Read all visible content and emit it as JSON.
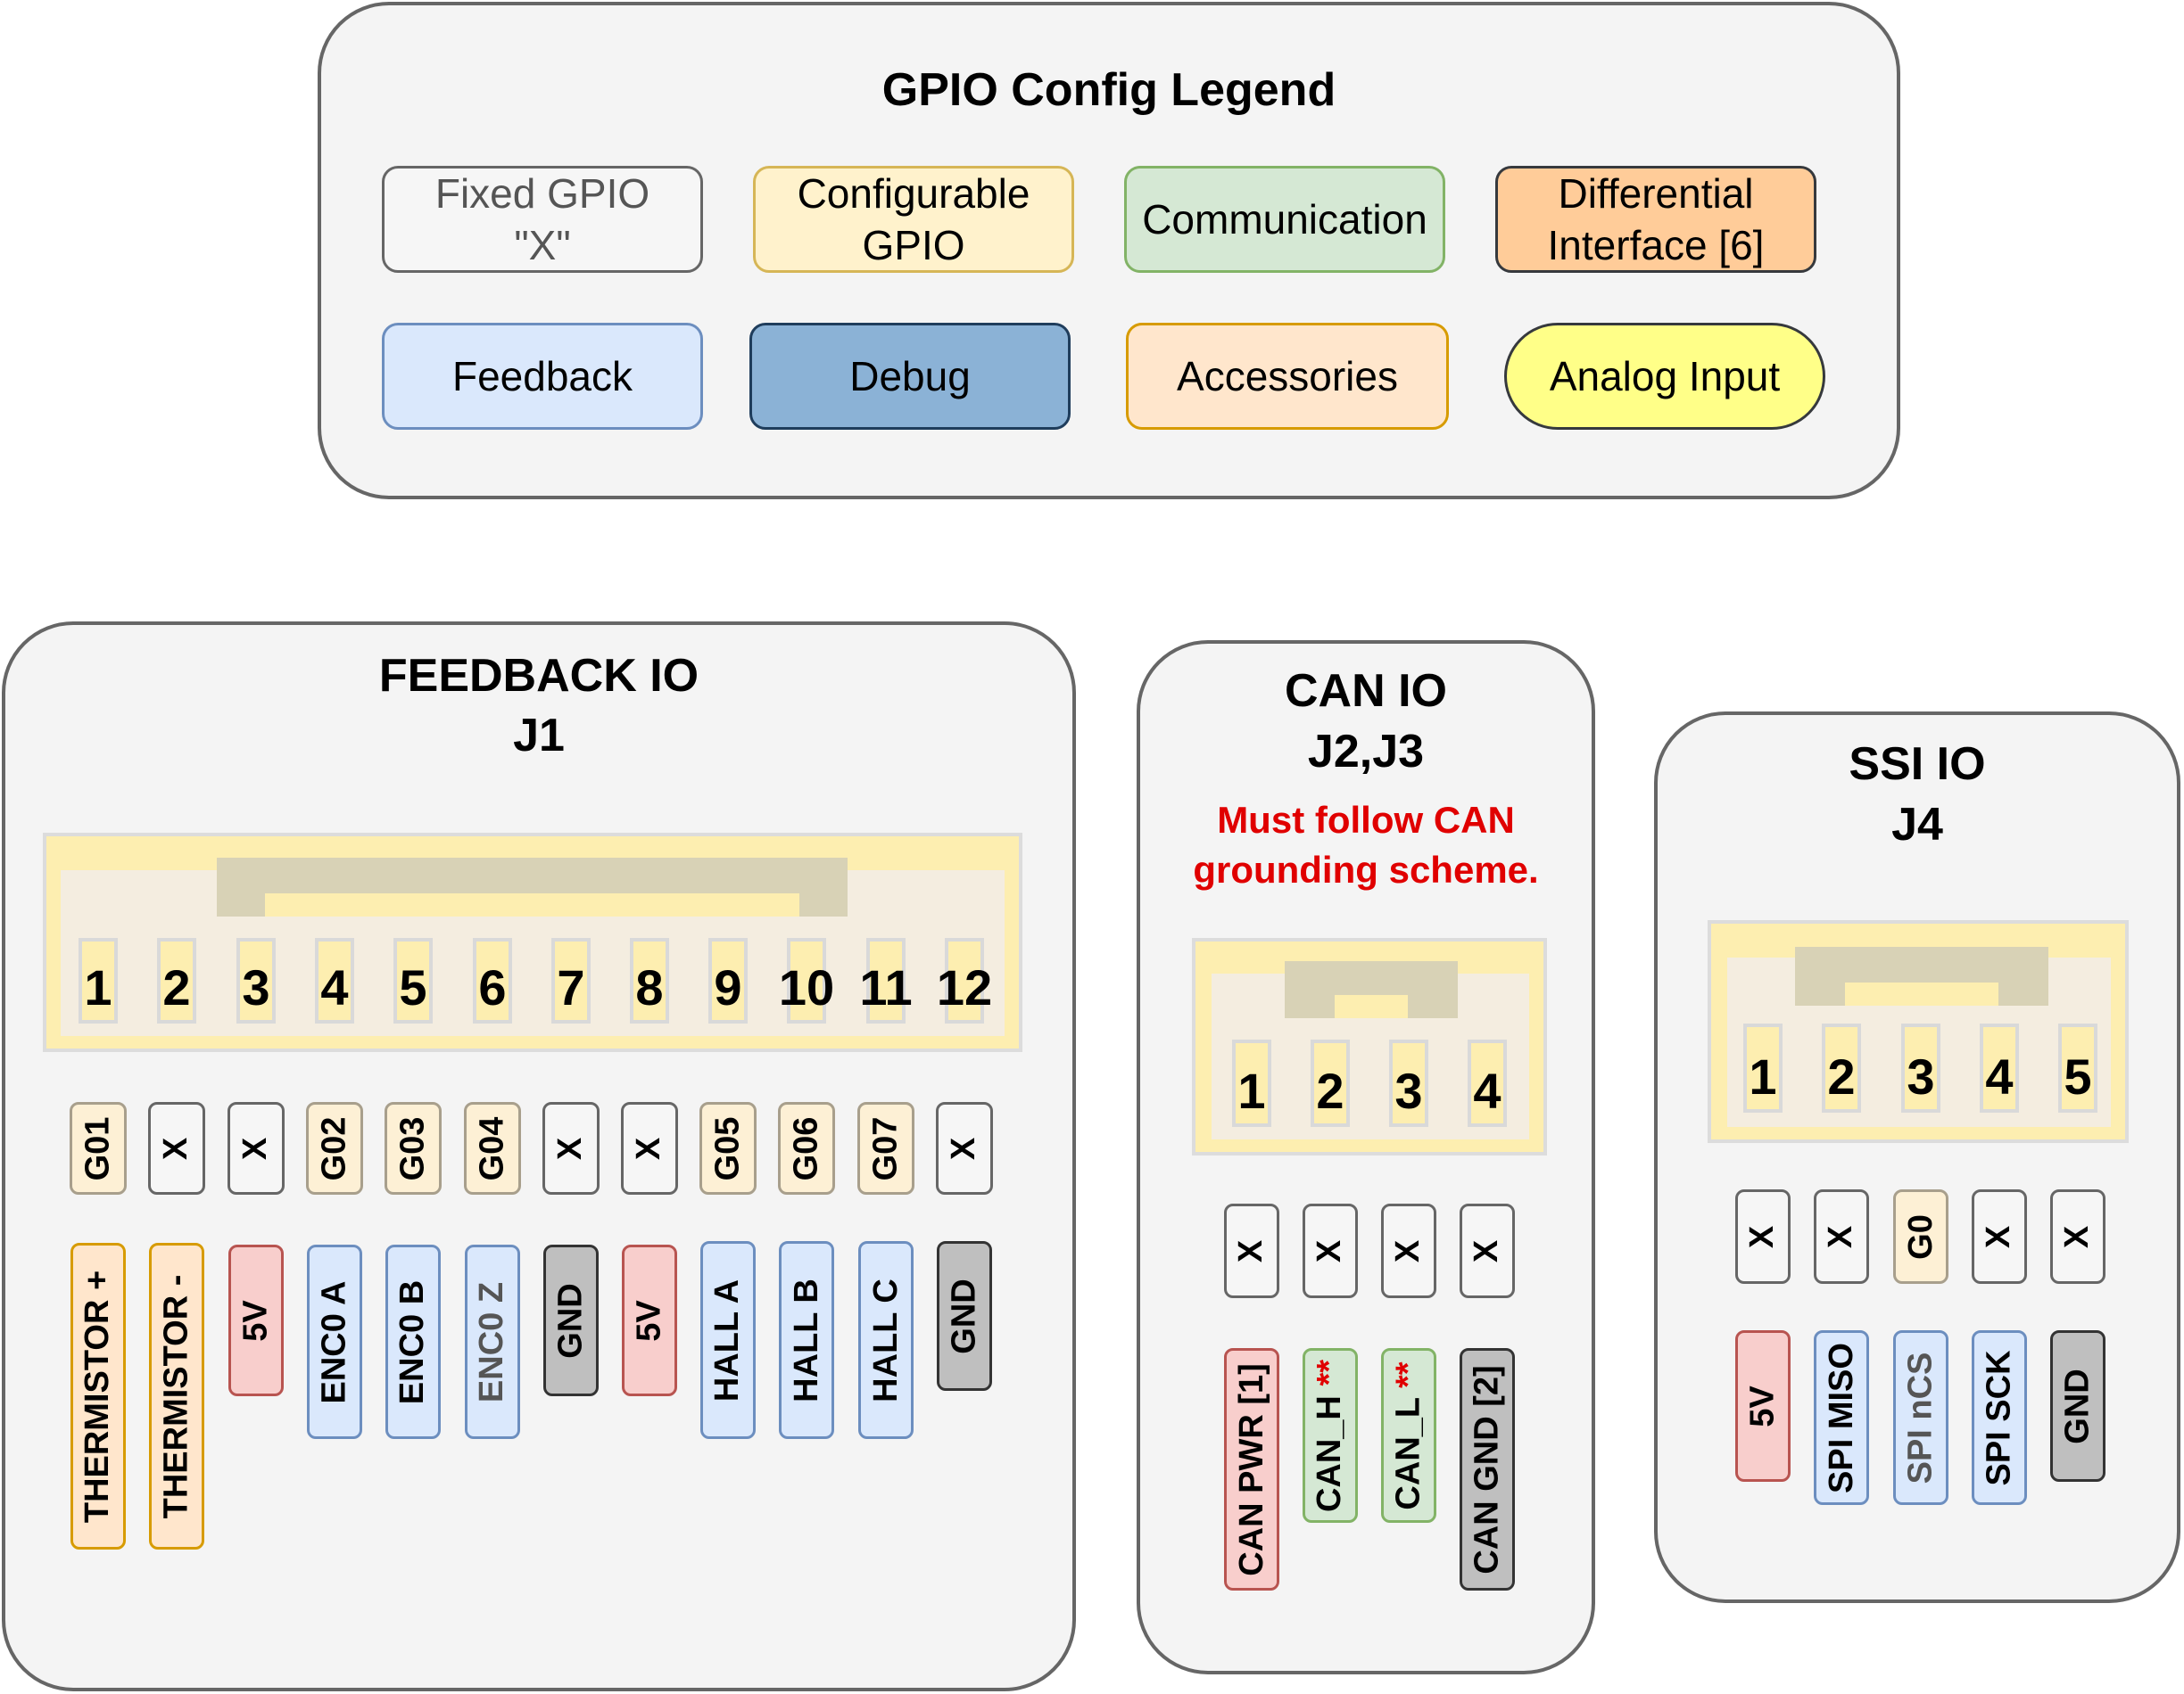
{
  "legend": {
    "title": "GPIO Config Legend",
    "items": {
      "fixed": "Fixed GPIO\n\"X\"",
      "configurable": "Configurable\nGPIO",
      "communication": "Communication",
      "differential": "Differential\nInterface [6]",
      "feedback": "Feedback",
      "debug": "Debug",
      "accessories": "Accessories",
      "analog": "Analog Input"
    }
  },
  "feedback_io": {
    "title": "FEEDBACK IO",
    "connector": "J1",
    "pins": [
      "1",
      "2",
      "3",
      "4",
      "5",
      "6",
      "7",
      "8",
      "9",
      "10",
      "11",
      "12"
    ],
    "gpio": [
      "G01",
      "X",
      "X",
      "G02",
      "G03",
      "G04",
      "X",
      "X",
      "G05",
      "G06",
      "G07",
      "X"
    ],
    "functions": [
      "THERMISTOR +",
      "THERMISTOR -",
      "5V",
      "ENC0 A",
      "ENC0 B",
      "ENC0 Z",
      "GND",
      "5V",
      "HALL A",
      "HALL B",
      "HALL C",
      "GND"
    ]
  },
  "can_io": {
    "title": "CAN IO",
    "connector": "J2,J3",
    "warning_line1": "Must follow CAN",
    "warning_line2": "grounding scheme.",
    "pins": [
      "1",
      "2",
      "3",
      "4"
    ],
    "gpio": [
      "X",
      "X",
      "X",
      "X"
    ],
    "functions": [
      "CAN PWR [1]",
      "CAN_H",
      "CAN_L",
      "CAN GND [2]"
    ],
    "marker": "**"
  },
  "ssi_io": {
    "title": "SSI IO",
    "connector": "J4",
    "pins": [
      "1",
      "2",
      "3",
      "4",
      "5"
    ],
    "gpio": [
      "X",
      "X",
      "G0",
      "X",
      "X"
    ],
    "functions": [
      "5V",
      "SPI MISO",
      "SPI nCS",
      "SPI SCK",
      "GND"
    ]
  }
}
